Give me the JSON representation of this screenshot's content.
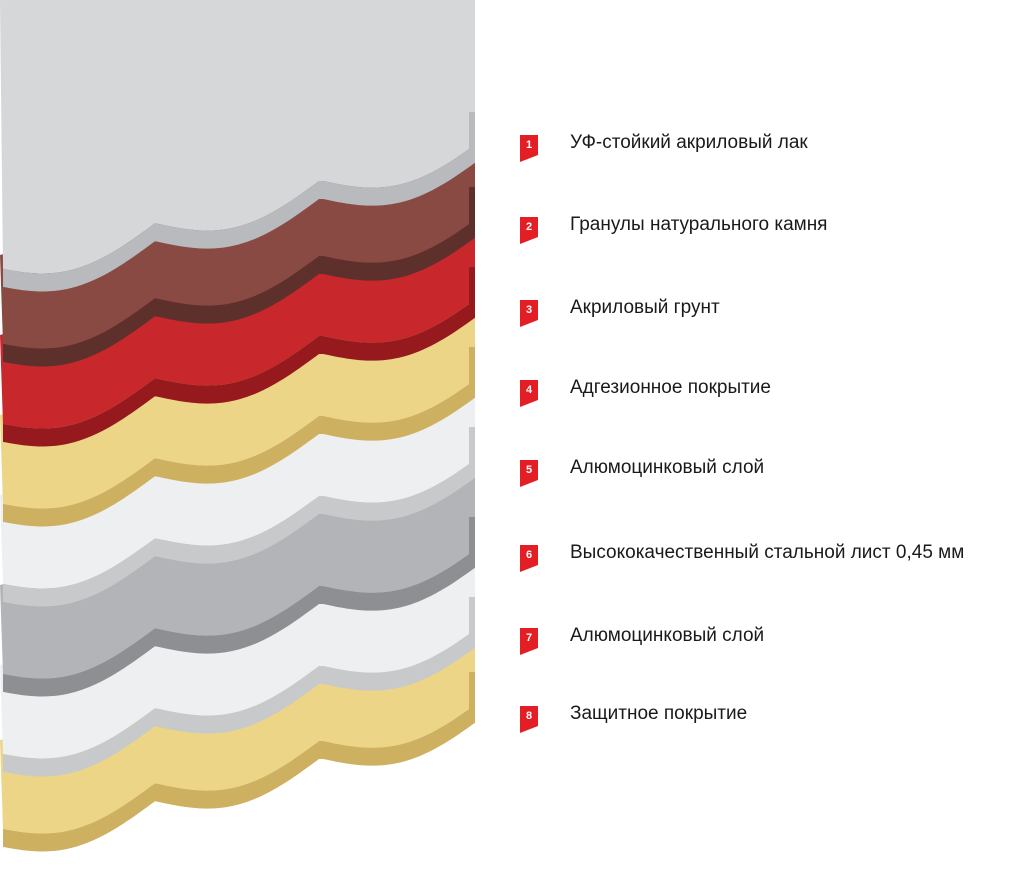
{
  "layers": [
    {
      "number": "1",
      "label": "УФ-стойкий акриловый лак",
      "color": "#d6d7d9",
      "side": "#b9babd"
    },
    {
      "number": "2",
      "label": "Гранулы натурального камня",
      "color": "#8a4a44",
      "side": "#5e302c"
    },
    {
      "number": "3",
      "label": "Акриловый грунт",
      "color": "#c8272b",
      "side": "#961a1d"
    },
    {
      "number": "4",
      "label": "Адгезионное покрытие",
      "color": "#edd588",
      "side": "#cdb161"
    },
    {
      "number": "5",
      "label": "Алюмоцинковый слой",
      "color": "#eeeff0",
      "side": "#c8c9cb"
    },
    {
      "number": "6",
      "label": "Высококачественный стальной лист 0,45 мм",
      "color": "#b3b4b7",
      "side": "#8e8f92"
    },
    {
      "number": "7",
      "label": "Алюмоцинковый слой",
      "color": "#eeeff0",
      "side": "#c8c9cb"
    },
    {
      "number": "8",
      "label": "Защитное покрытие",
      "color": "#edd588",
      "side": "#cdb161"
    }
  ],
  "accent": "#e31e24"
}
